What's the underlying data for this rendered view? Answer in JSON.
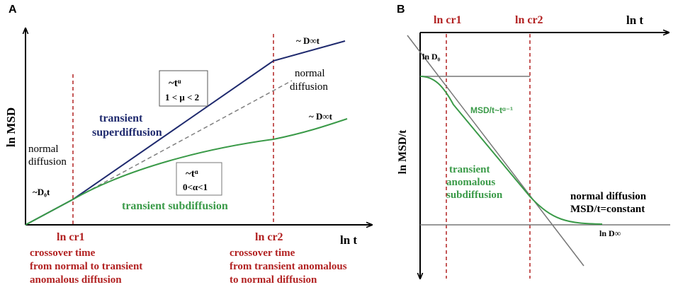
{
  "colors": {
    "axis": "#000000",
    "crossover": "#b22222",
    "super": "#1f2a6e",
    "sub": "#3a9a48",
    "normal": "#808080",
    "asymptote": "#777777"
  },
  "panel_a": {
    "label": "A",
    "y_axis": "ln MSD",
    "x_axis": "ln t",
    "cr1": "ln cr1",
    "cr1_desc": [
      "crossover time",
      "from normal to transient",
      "anomalous diffusion"
    ],
    "cr2": "ln cr2",
    "cr2_desc": [
      "crossover time",
      "from transient anomalous",
      "to normal diffusion"
    ],
    "normal_left": [
      "normal",
      "diffusion"
    ],
    "normal_right": [
      "normal",
      "diffusion"
    ],
    "d0t": "~D₀t",
    "dinf_top": "~ D∞t",
    "dinf_bottom": "~ D∞t",
    "superdiffusion": [
      "transient",
      "superdiffusion"
    ],
    "subdiffusion": "transient subdiffusion",
    "box_mu": {
      "law": "~tᵘ",
      "range": "1 < μ < 2"
    },
    "box_alpha": {
      "law": "~tᵅ",
      "range": "0<α<1"
    }
  },
  "panel_b": {
    "label": "B",
    "x_axis": "ln t",
    "y_axis": "ln MSD/t",
    "cr1": "ln cr1",
    "cr2": "ln cr2",
    "ln_d0": "ln D₀",
    "ln_dinf": "ln D∞",
    "msd_law": "MSD/t~tᵅ⁻¹",
    "subdiffusion": [
      "transient",
      "anomalous",
      "subdiffusion"
    ],
    "normal": [
      "normal diffusion",
      "MSD/t=constant"
    ]
  }
}
